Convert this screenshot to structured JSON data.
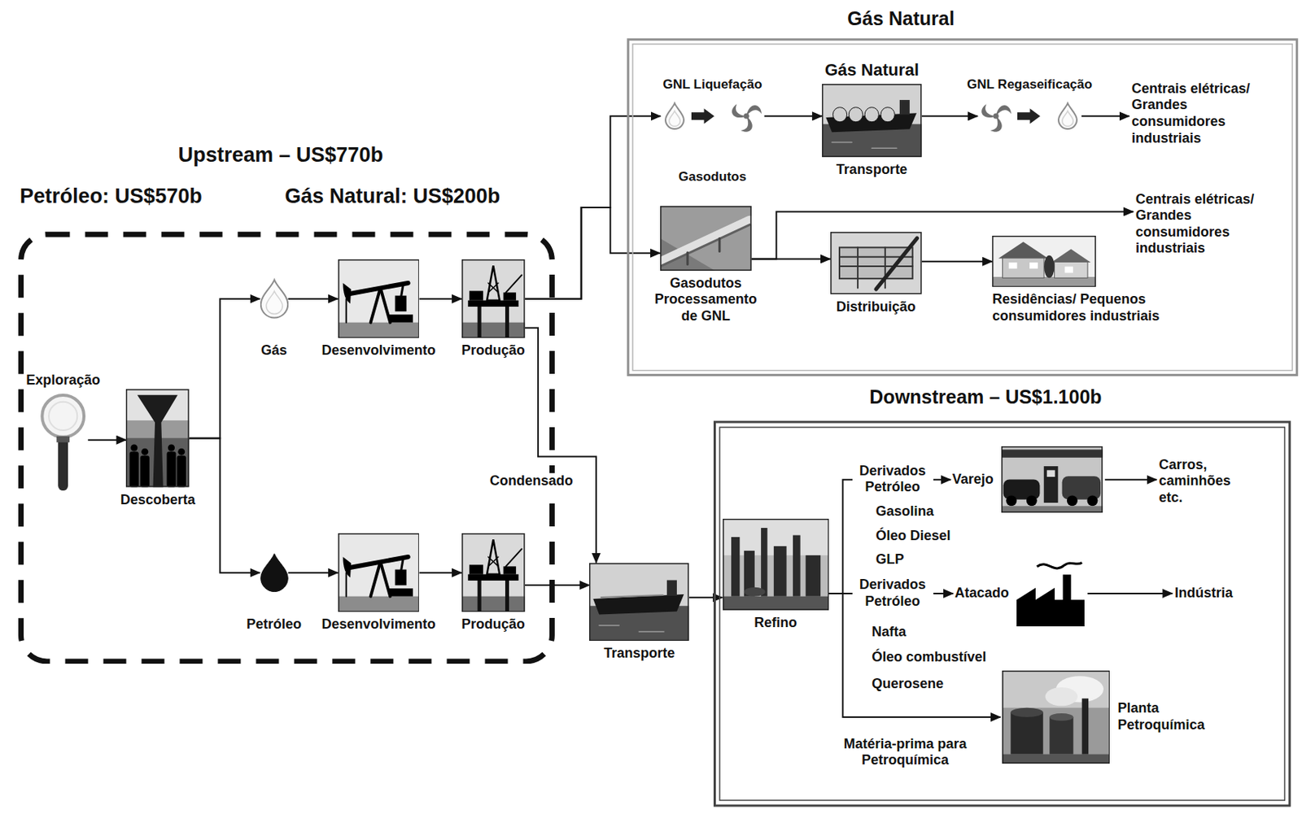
{
  "diagram": {
    "nodes": [
      {
        "text": [
          "Upstream – US$770b",
          "Petróleo: US$570b",
          "Gás Natural: US$200b"
        ]
      },
      {
        "text": [
          "Exploração"
        ],
        "in": 0
      },
      {
        "text": [
          "Descoberta"
        ],
        "in": 0
      },
      {
        "text": [
          "Gás"
        ],
        "in": 0
      },
      {
        "text": [
          "Desenvolvimento"
        ],
        "in": 0
      },
      {
        "text": [
          "Produção"
        ],
        "in": 0
      },
      {
        "text": [
          "Petróleo"
        ],
        "in": 0
      },
      {
        "text": [
          "Desenvolvimento"
        ],
        "in": 0
      },
      {
        "text": [
          "Produção"
        ],
        "in": 0
      },
      {
        "text": [
          "Gás Natural"
        ]
      },
      {
        "text": [
          "GNL Liquefação"
        ],
        "in": 9
      },
      {
        "text": [
          "Gás Natural",
          "Transporte"
        ],
        "in": 9
      },
      {
        "text": [
          "GNL Regaseificação"
        ],
        "in": 9
      },
      {
        "text": [
          "Centrais elétricas/ Grandes consumidores industriais"
        ],
        "in": 9
      },
      {
        "text": [
          "Gasodutos",
          "Processamento de GNL"
        ],
        "in": 9
      },
      {
        "text": [
          "Centrais elétricas/ Grandes consumidores industriais"
        ],
        "in": 9
      },
      {
        "text": [
          "Distribuição"
        ],
        "in": 9
      },
      {
        "text": [
          "Residências/ Pequenos consumidores industriais"
        ],
        "in": 9
      },
      {
        "text": [
          "Transporte"
        ]
      },
      {
        "text": [
          "Downstream – US$1.100b"
        ]
      },
      {
        "text": [
          "Refino"
        ],
        "in": 19
      },
      {
        "text": [
          "Varejo"
        ],
        "in": 19
      },
      {
        "text": [
          "Carros, caminhões etc."
        ],
        "in": 19
      },
      {
        "text": [
          "Atacado"
        ],
        "in": 19
      },
      {
        "text": [
          "Indústria"
        ],
        "in": 19
      },
      {
        "text": [
          "Planta Petroquímica"
        ],
        "in": 19
      }
    ],
    "edges": [
      {
        "from": 1,
        "to": 2,
        "arrow": "to"
      },
      {
        "from": 2,
        "to": 3,
        "arrow": "to"
      },
      {
        "from": 2,
        "to": 6,
        "arrow": "to"
      },
      {
        "from": 3,
        "to": 4,
        "arrow": "to"
      },
      {
        "from": 4,
        "to": 5,
        "arrow": "to"
      },
      {
        "from": 6,
        "to": 7,
        "arrow": "to"
      },
      {
        "from": 7,
        "to": 8,
        "arrow": "to"
      },
      {
        "from": 5,
        "to": 10,
        "arrow": "to"
      },
      {
        "from": 5,
        "to": 14,
        "arrow": "to"
      },
      {
        "from": 5,
        "to": 18,
        "label": "Condensado",
        "arrow": "to"
      },
      {
        "from": 8,
        "to": 18,
        "arrow": "to"
      },
      {
        "from": 10,
        "to": 11,
        "arrow": "to"
      },
      {
        "from": 11,
        "to": 12,
        "arrow": "to"
      },
      {
        "from": 12,
        "to": 13,
        "arrow": "to"
      },
      {
        "from": 14,
        "to": 15,
        "arrow": "to"
      },
      {
        "from": 14,
        "to": 16,
        "arrow": "to"
      },
      {
        "from": 16,
        "to": 17,
        "arrow": "to"
      },
      {
        "from": 18,
        "to": 20,
        "arrow": "to"
      },
      {
        "from": 20,
        "to": 21,
        "label": "Derivados Petróleo",
        "arrow": "to"
      },
      {
        "from": 21,
        "to": 22,
        "arrow": "to"
      },
      {
        "from": 20,
        "to": 23,
        "label": "Derivados Petróleo",
        "arrow": "to"
      },
      {
        "from": 23,
        "to": 24,
        "arrow": "to"
      },
      {
        "from": 20,
        "to": 25,
        "label": "Matéria-prima para Petroquímica",
        "arrow": "to"
      }
    ],
    "labels": [
      "Gasodutos",
      "Gasolina",
      "Óleo Diesel",
      "GLP",
      "Nafta",
      "Óleo combustível",
      "Querosene"
    ]
  }
}
